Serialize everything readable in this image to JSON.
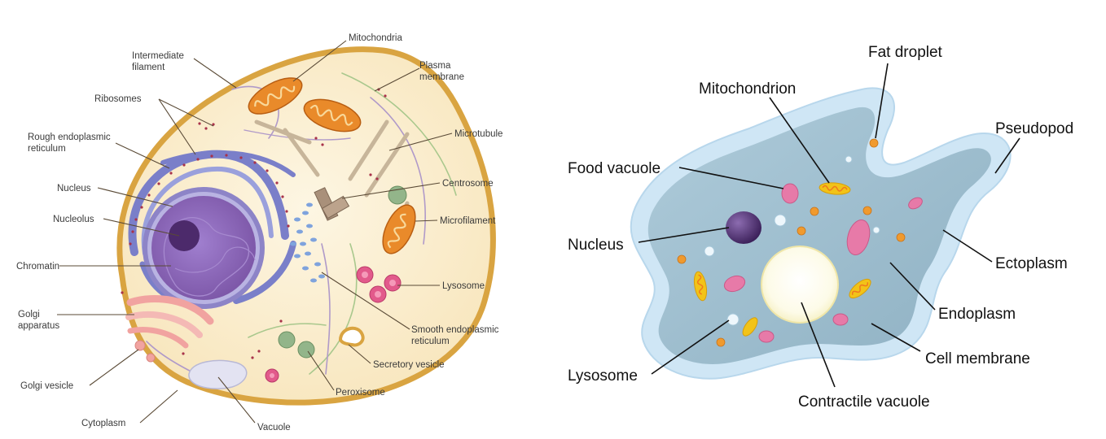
{
  "animal_cell": {
    "labels": {
      "intermediate_filament": [
        "Intermediate",
        "filament"
      ],
      "ribosomes": "Ribosomes",
      "rough_er": [
        "Rough endoplasmic",
        "reticulum"
      ],
      "nucleus": "Nucleus",
      "nucleolus": "Nucleolus",
      "chromatin": "Chromatin",
      "golgi_apparatus": [
        "Golgi",
        "apparatus"
      ],
      "golgi_vesicle": "Golgi vesicle",
      "cytoplasm": "Cytoplasm",
      "vacuole": "Vacuole",
      "peroxisome": "Peroxisome",
      "secretory_vesicle": "Secretory vesicle",
      "smooth_er": [
        "Smooth endoplasmic",
        "reticulum"
      ],
      "lysosome": "Lysosome",
      "microfilament": "Microfilament",
      "centrosome": "Centrosome",
      "microtubule": "Microtubule",
      "plasma_membrane": [
        "Plasma",
        "membrane"
      ],
      "mitochondria": "Mitochondria"
    },
    "colors": {
      "membrane": "#d9a441",
      "cytoplasm": "#fbefd2",
      "nucleus_envelope": "#8d84c7",
      "nucleus_inner": "#8e60b0",
      "rough_er": "#7a7fc9",
      "mitochondria": "#e98a2a",
      "golgi": "#f1a3a0",
      "lysosome": "#e25a8b",
      "peroxisome": "#93b58a"
    }
  },
  "amoeba": {
    "labels": {
      "fat_droplet": "Fat droplet",
      "mitochondrion": "Mitochondrion",
      "pseudopod": "Pseudopod",
      "food_vacuole": "Food vacuole",
      "nucleus": "Nucleus",
      "ectoplasm": "Ectoplasm",
      "endoplasm": "Endoplasm",
      "cell_membrane": "Cell membrane",
      "lysosome": "Lysosome",
      "contractile_vacuole": "Contractile vacuole"
    },
    "colors": {
      "ectoplasm": "#cfe6f5",
      "endoplasm": "#9fbecf",
      "nucleus": "#4d2d6e",
      "food_vacuole": "#e77aa8",
      "fat_droplet": "#f09a2e",
      "mitochondrion": "#f2c318"
    }
  }
}
